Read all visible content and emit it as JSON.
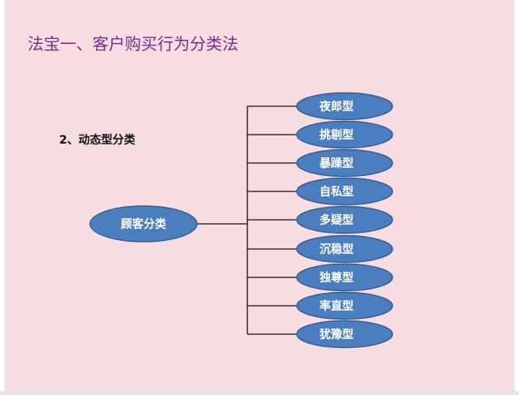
{
  "title": "法宝一、客户购买行为分类法",
  "subtitle": "2、动态型分类",
  "colors": {
    "slide_background": "#f7dde1",
    "title": "#7a2a8c",
    "node_fill": "#4a7ebf",
    "node_stroke": "#355f93",
    "connector": "#111111"
  },
  "diagram": {
    "root": "顾客分类",
    "children": [
      "夜郎型",
      "挑剔型",
      "暴躁型",
      "自私型",
      "多疑型",
      "沉稳型",
      "独尊型",
      "率直型",
      "犹豫型"
    ]
  }
}
